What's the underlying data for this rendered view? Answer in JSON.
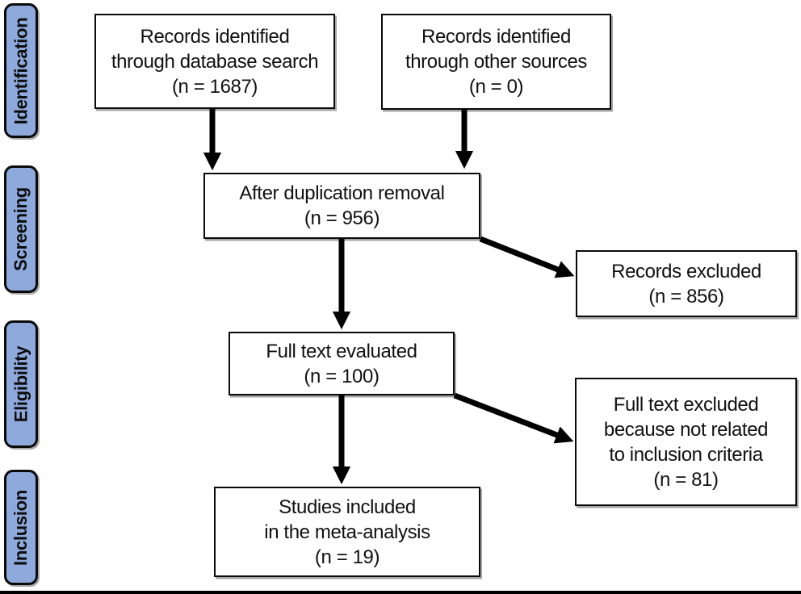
{
  "figure": {
    "type": "prisma-flow-diagram",
    "colors": {
      "stage_fill": "#8EA9DB",
      "box_border": "#000000",
      "arrow": "#000000",
      "background": "#FFFFFF"
    },
    "stages": [
      {
        "label": "Identification"
      },
      {
        "label": "Screening"
      },
      {
        "label": "Eligibility"
      },
      {
        "label": "Inclusion"
      }
    ],
    "boxes": {
      "identified_db": {
        "lines": [
          "Records identified",
          "through database search",
          "(n = 1687)"
        ]
      },
      "identified_other": {
        "lines": [
          "Records identified",
          "through other sources",
          "(n = 0)"
        ]
      },
      "after_dedup": {
        "lines": [
          "After duplication removal",
          "(n = 956)"
        ]
      },
      "records_excluded": {
        "lines": [
          "Records excluded",
          "(n = 856)"
        ]
      },
      "full_text": {
        "lines": [
          "Full text evaluated",
          "(n = 100)"
        ]
      },
      "full_text_excluded": {
        "lines": [
          "Full text excluded",
          "because not related",
          "to inclusion criteria",
          "(n = 81)"
        ]
      },
      "included": {
        "lines": [
          "Studies included",
          "in the meta-analysis",
          "(n = 19)"
        ]
      }
    }
  }
}
